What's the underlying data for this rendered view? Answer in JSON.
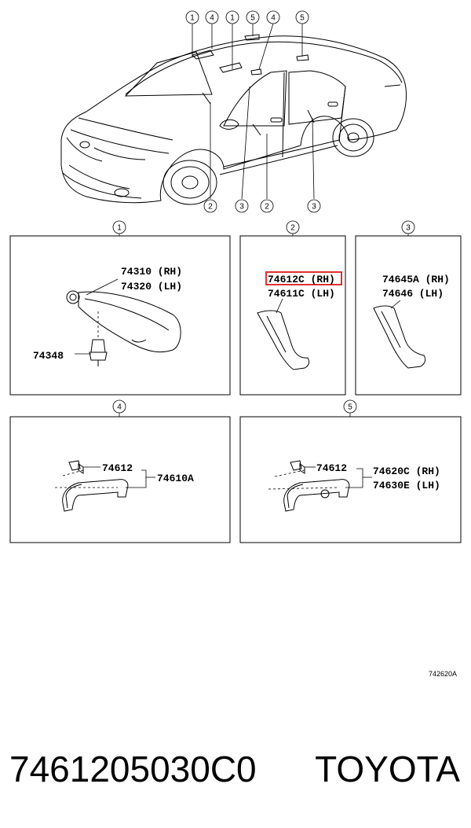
{
  "car_callouts": [
    "1",
    "4",
    "1",
    "5",
    "4",
    "5",
    "2",
    "3",
    "2",
    "3"
  ],
  "panels": [
    {
      "id": "1",
      "labels": [
        "74310 (RH)",
        "74320 (LH)",
        "74348"
      ]
    },
    {
      "id": "2",
      "labels": [
        "74612C (RH)",
        "74611C (LH)"
      ],
      "highlighted": "74612C (RH)",
      "highlight_color": "#e03030"
    },
    {
      "id": "3",
      "labels": [
        "74645A (RH)",
        "74646 (LH)"
      ]
    },
    {
      "id": "4",
      "labels": [
        "74612",
        "74610A"
      ]
    },
    {
      "id": "5",
      "labels": [
        "74612",
        "74620C (RH)",
        "74630E (LH)"
      ]
    }
  ],
  "figure_code": "742620A",
  "part_number": "7461205030C0",
  "brand": "TOYOTA"
}
